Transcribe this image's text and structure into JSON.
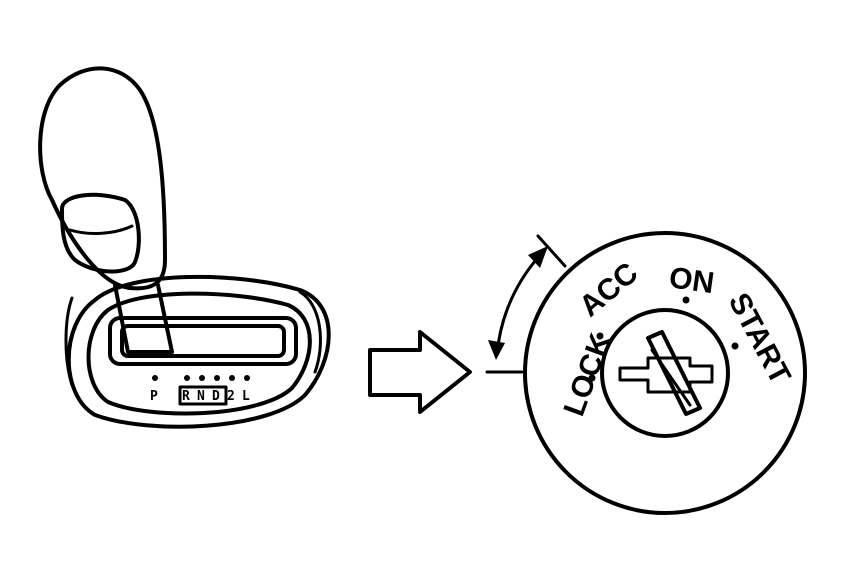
{
  "gear_selector": {
    "park": "P",
    "others": [
      "R",
      "N",
      "D",
      "2",
      "L"
    ]
  },
  "ignition": {
    "positions": [
      "LOCK",
      "ACC",
      "ON",
      "START"
    ]
  },
  "colors": {
    "ink": "#000000",
    "background": "#ffffff"
  }
}
